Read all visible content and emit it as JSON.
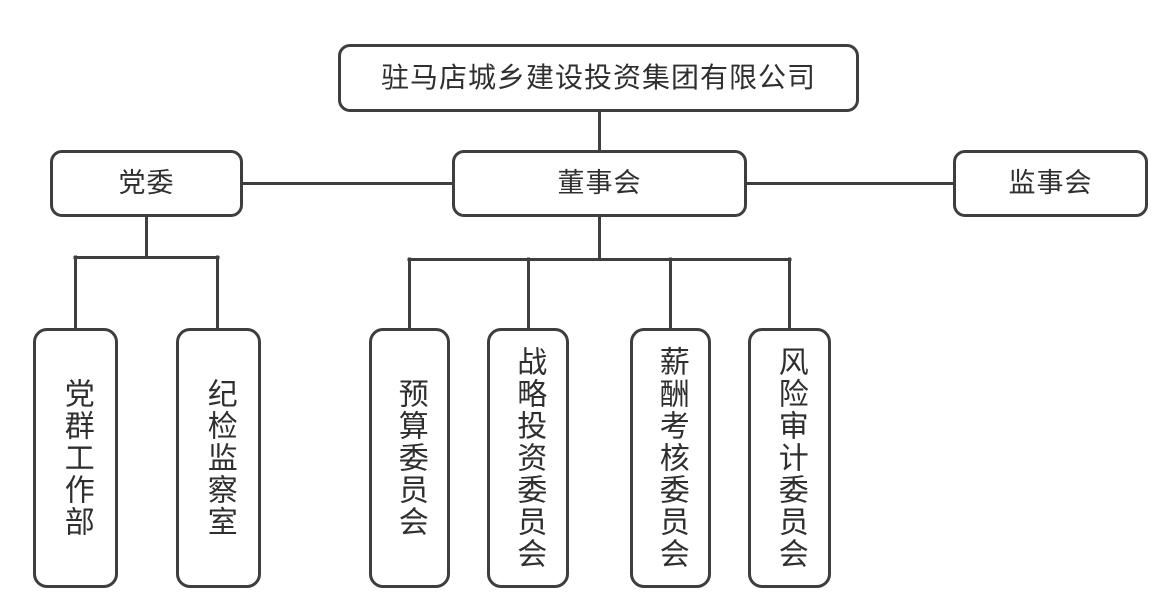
{
  "diagram": {
    "type": "organization-chart",
    "title_node": {
      "id": "root",
      "label": "驻马店城乡建设投资集团有限公司",
      "orientation": "horizontal"
    },
    "level2": [
      {
        "id": "party-committee",
        "label": "党委",
        "orientation": "horizontal"
      },
      {
        "id": "board-of-directors",
        "label": "董事会",
        "orientation": "horizontal"
      },
      {
        "id": "board-of-supervisors",
        "label": "监事会",
        "orientation": "horizontal"
      }
    ],
    "party_children": [
      {
        "id": "party-mass-work-dept",
        "label": "党群工作部",
        "orientation": "vertical"
      },
      {
        "id": "discipline-inspection-office",
        "label": "纪检监察室",
        "orientation": "vertical"
      }
    ],
    "board_children": [
      {
        "id": "budget-committee",
        "label": "预算委员会",
        "orientation": "vertical"
      },
      {
        "id": "strategy-investment-committee",
        "label": "战略投资委员会",
        "orientation": "vertical"
      },
      {
        "id": "remuneration-appraisal-committee",
        "label": "薪酬考核委员会",
        "orientation": "vertical"
      },
      {
        "id": "risk-audit-committee",
        "label": "风险审计委员会",
        "orientation": "vertical"
      }
    ],
    "colors": {
      "stroke": "#3e3e3e",
      "text": "#2f2f2f",
      "background": "#ffffff"
    }
  }
}
